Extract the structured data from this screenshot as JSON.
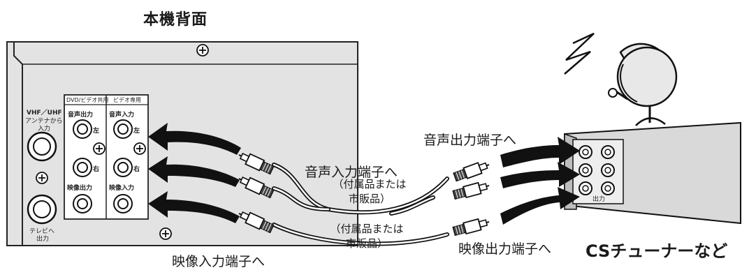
{
  "title": "本機背面",
  "device_label": "CSチューナーなど",
  "callouts": {
    "audio_out_to": "音声出力端子へ",
    "audio_in_to": "音声入力端子へ",
    "video_out_to": "映像出力端子へ",
    "video_in_to": "映像入力端子へ",
    "cable_note_1_line1": "（付属品または",
    "cable_note_1_line2": "市販品）",
    "cable_note_2_line1": "（付属品または",
    "cable_note_2_line2": "市販品）"
  },
  "panel": {
    "vhf_uhf": "VHF／UHF",
    "antenna_in_1": "アンテナから",
    "antenna_in_2": "入力",
    "tv_out_1": "テレビへ",
    "tv_out_2": "出力",
    "header_dvd_video": "DVD/ビデオ共用",
    "header_video_only": "ビデオ専用",
    "audio_out": "音声出力",
    "audio_in": "音声入力",
    "video_out": "映像出力",
    "video_in": "映像入力",
    "left": "左",
    "right": "右",
    "tuner_out": "出力"
  }
}
